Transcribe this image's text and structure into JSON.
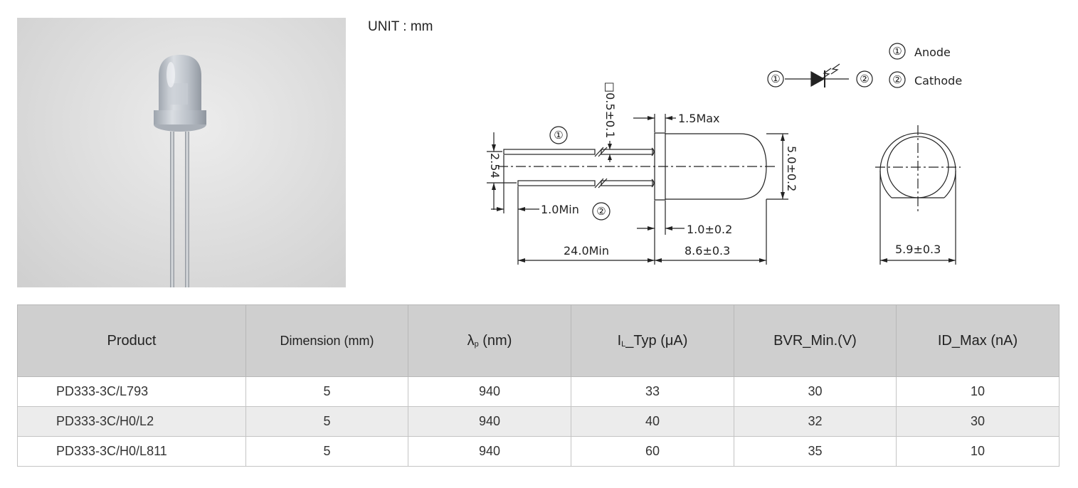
{
  "unit_label": "UNIT : mm",
  "drawing": {
    "pin1": "①",
    "pin2": "②",
    "legend_anode_num": "①",
    "legend_anode": "Anode",
    "legend_cathode_num": "②",
    "legend_cathode": "Cathode",
    "dim_lead_square": "□0.5±0.1",
    "dim_flange": "1.5Max",
    "dim_pitch": "2.54",
    "dim_body_diameter": "5.0±0.2",
    "dim_lead_min": "1.0Min",
    "dim_standoff": "1.0±0.2",
    "dim_lead_length": "24.0Min",
    "dim_body_length": "8.6±0.3",
    "dim_flange_diameter": "5.9±0.3"
  },
  "table": {
    "headers": {
      "product": "Product",
      "dimension": "Dimension (mm)",
      "wavelength_symbol": "λ",
      "wavelength_sub": "p",
      "wavelength_unit": " (nm)",
      "il_symbol": "I",
      "il_sub": "L",
      "il_unit": "_Typ (μA)",
      "bvr": "BVR_Min.(V)",
      "id": "ID_Max (nA)"
    },
    "rows": [
      {
        "product": "PD333-3C/L793",
        "dimension": "5",
        "wavelength": "940",
        "il": "33",
        "bvr": "30",
        "id": "10"
      },
      {
        "product": "PD333-3C/H0/L2",
        "dimension": "5",
        "wavelength": "940",
        "il": "40",
        "bvr": "32",
        "id": "30"
      },
      {
        "product": "PD333-3C/H0/L811",
        "dimension": "5",
        "wavelength": "940",
        "il": "60",
        "bvr": "35",
        "id": "10"
      }
    ]
  }
}
